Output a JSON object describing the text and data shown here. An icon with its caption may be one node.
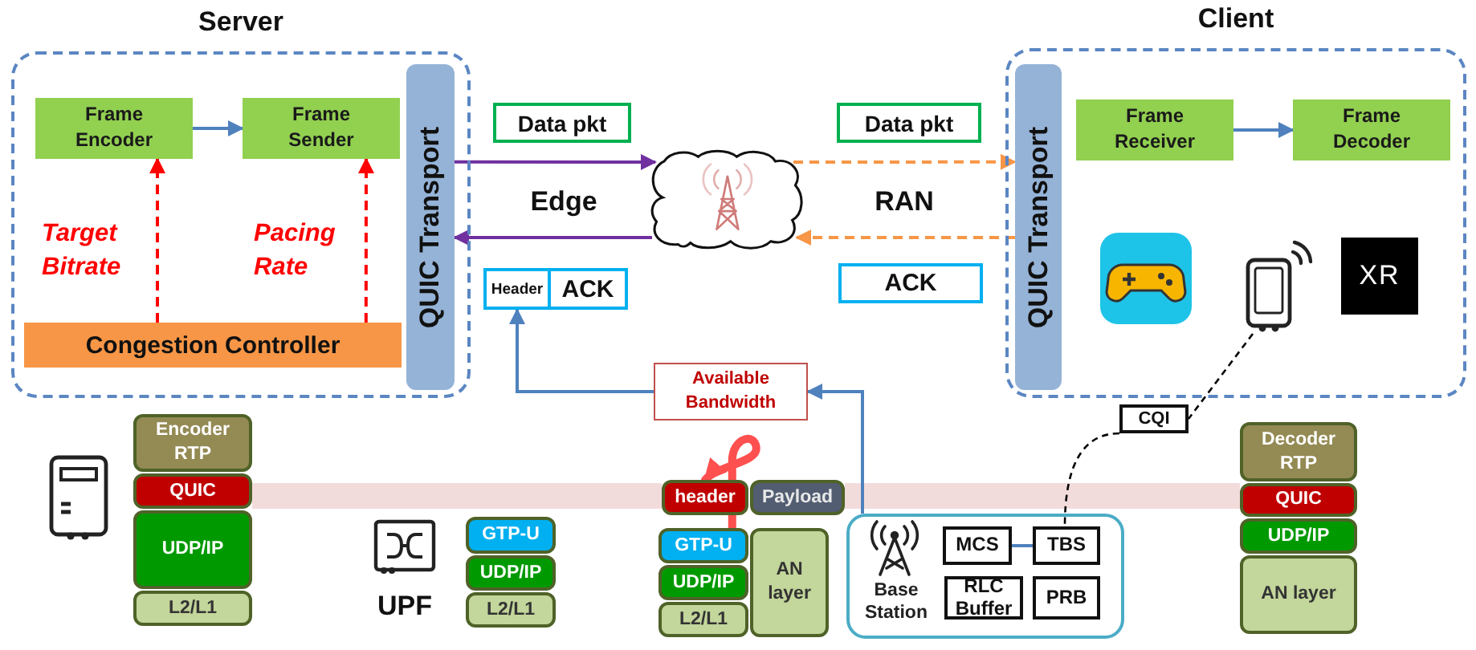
{
  "diagram": {
    "nodes": [
      {
        "text": [
          "Server"
        ]
      },
      {
        "text": [
          "Frame Encoder"
        ],
        "in": 0
      },
      {
        "text": [
          "Frame Sender"
        ],
        "in": 0
      },
      {
        "text": [
          "Congestion Controller"
        ],
        "in": 0
      },
      {
        "text": [
          "QUIC Transport"
        ],
        "in": 0
      },
      {
        "text": [
          "Data pkt"
        ]
      },
      {
        "text": [],
        "shape": "cloud"
      },
      {
        "text": [
          "Header",
          "ACK"
        ]
      },
      {
        "text": [
          "Data pkt"
        ]
      },
      {
        "text": [
          "ACK"
        ]
      },
      {
        "text": [
          "Client"
        ]
      },
      {
        "text": [
          "QUIC Transport"
        ],
        "in": 10
      },
      {
        "text": [
          "Frame Receiver"
        ],
        "in": 10
      },
      {
        "text": [
          "Frame Decoder"
        ],
        "in": 10
      },
      {
        "text": [],
        "shape": "picture",
        "in": 10
      },
      {
        "text": [
          "Available Bandwidth"
        ]
      },
      {
        "text": [
          "CQI"
        ]
      },
      {
        "text": [
          "Encoder RTP"
        ]
      },
      {
        "text": [
          "QUIC"
        ]
      },
      {
        "text": [
          "UDP/IP"
        ]
      },
      {
        "text": [
          "L2/L1"
        ]
      },
      {
        "text": [
          "GTP-U"
        ]
      },
      {
        "text": [
          "UDP/IP"
        ]
      },
      {
        "text": [
          "L2/L1"
        ]
      },
      {
        "text": [
          "header"
        ]
      },
      {
        "text": [
          "Payload"
        ]
      },
      {
        "text": [
          "GTP-U"
        ]
      },
      {
        "text": [
          "UDP/IP"
        ]
      },
      {
        "text": [
          "L2/L1"
        ]
      },
      {
        "text": [
          "AN layer"
        ]
      },
      {
        "text": [
          "Base Station"
        ]
      },
      {
        "text": [
          "MCS"
        ],
        "in": 30
      },
      {
        "text": [
          "TBS"
        ],
        "in": 30
      },
      {
        "text": [
          "RLC Buffer"
        ],
        "in": 30
      },
      {
        "text": [
          "PRB"
        ],
        "in": 30
      },
      {
        "text": [
          "Decoder RTP"
        ]
      },
      {
        "text": [
          "QUIC"
        ]
      },
      {
        "text": [
          "UDP/IP"
        ]
      },
      {
        "text": [
          "AN layer"
        ]
      }
    ],
    "edges": [
      {
        "from": 1,
        "to": 2,
        "arrow": "to"
      },
      {
        "from": 3,
        "to": 1,
        "arrow": "to",
        "label": "Target Bitrate",
        "style": "dashed",
        "color": "#ff0000"
      },
      {
        "from": 3,
        "to": 2,
        "arrow": "to",
        "label": "Pacing Rate",
        "style": "dashed",
        "color": "#ff0000"
      },
      {
        "from": 4,
        "to": 6,
        "arrow": "to",
        "color": "#7030a0"
      },
      {
        "from": 6,
        "to": 4,
        "arrow": "to",
        "color": "#7030a0"
      },
      {
        "from": 6,
        "to": 11,
        "arrow": "to",
        "style": "dashed",
        "color": "#f79646"
      },
      {
        "from": 11,
        "to": 6,
        "arrow": "to",
        "style": "dashed",
        "color": "#f79646"
      },
      {
        "from": 12,
        "to": 13,
        "arrow": "to"
      },
      {
        "from": 30,
        "to": 15,
        "arrow": "to"
      },
      {
        "from": 15,
        "to": 7,
        "arrow": "to"
      },
      {
        "from": 14,
        "to": 16,
        "arrow": "none",
        "style": "dashed",
        "color": "#000000"
      },
      {
        "from": 16,
        "to": 32,
        "arrow": "none",
        "style": "dashed",
        "color": "#000000"
      },
      {
        "from": 31,
        "to": 32,
        "arrow": "none"
      },
      {
        "from": 26,
        "to": 24,
        "arrow": "to",
        "style": "thick",
        "color": "#ff5050"
      },
      {
        "from": 18,
        "to": 24,
        "arrow": "none",
        "style": "thick",
        "color": "#f2dcdb"
      },
      {
        "from": 25,
        "to": 36,
        "arrow": "none",
        "style": "thick",
        "color": "#f2dcdb"
      }
    ],
    "labels": [
      "Edge",
      "RAN",
      "XR",
      "UPF"
    ]
  }
}
